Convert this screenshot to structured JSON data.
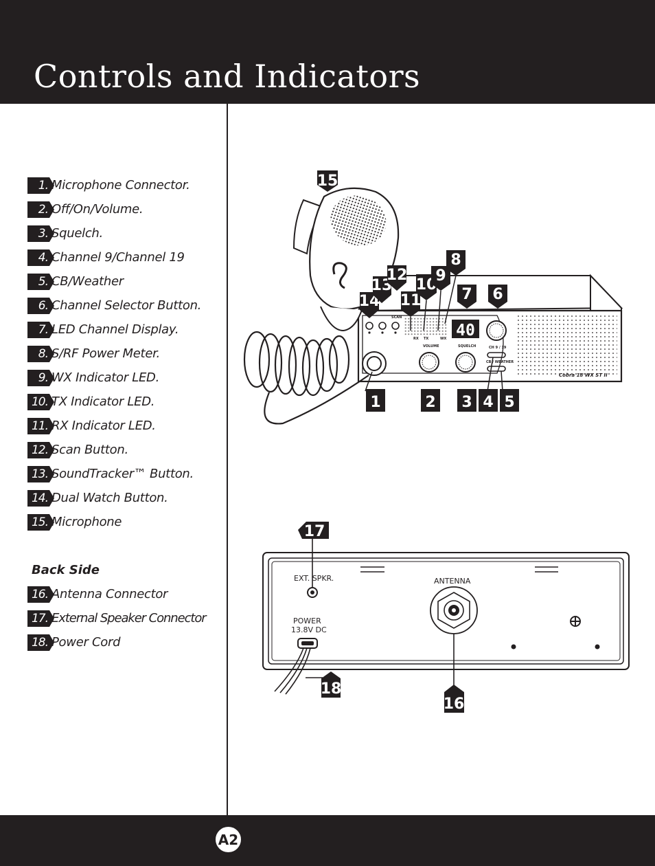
{
  "page": {
    "title": "Controls and Indicators",
    "page_number": "A2"
  },
  "controls": [
    {
      "num": "1.",
      "label": "Microphone Connector."
    },
    {
      "num": "2.",
      "label": "Off/On/Volume."
    },
    {
      "num": "3.",
      "label": "Squelch."
    },
    {
      "num": "4.",
      "label": "Channel 9/Channel 19"
    },
    {
      "num": "5.",
      "label": "CB/Weather"
    },
    {
      "num": "6.",
      "label": "Channel Selector Button."
    },
    {
      "num": "7.",
      "label": "LED Channel Display."
    },
    {
      "num": "8.",
      "label": "S/RF Power Meter."
    },
    {
      "num": "9.",
      "label": "WX Indicator LED."
    },
    {
      "num": "10.",
      "label": "TX Indicator LED."
    },
    {
      "num": "11.",
      "label": "RX Indicator LED."
    },
    {
      "num": "12.",
      "label": "Scan Button."
    },
    {
      "num": "13.",
      "label": "SoundTracker™ Button."
    },
    {
      "num": "14.",
      "label": "Dual Watch Button."
    },
    {
      "num": "15.",
      "label": "Microphone"
    }
  ],
  "back_side": {
    "heading": "Back Side",
    "items": [
      {
        "num": "16.",
        "label": "Antenna Connector"
      },
      {
        "num": "17.",
        "label": "External Speaker Connector"
      },
      {
        "num": "18.",
        "label": "Power Cord"
      }
    ]
  },
  "front_diagram": {
    "channel_display": "40",
    "labels": {
      "scan": "SCAN",
      "volume": "VOLUME",
      "squelch": "SQUELCH",
      "ch919": "CH 9 / 19",
      "cbwx": "CB / WEATHER",
      "model": "Cobra 18 WX ST II",
      "rx": "RX",
      "tx": "TX",
      "wx": "WX"
    },
    "callouts": [
      "1",
      "2",
      "3",
      "4",
      "5",
      "6",
      "7",
      "8",
      "9",
      "10",
      "11",
      "12",
      "13",
      "14",
      "15"
    ]
  },
  "back_diagram": {
    "labels": {
      "ext_spkr": "EXT. SPKR.",
      "antenna": "ANTENNA",
      "power": "POWER",
      "power_v": "13.8V DC"
    },
    "callouts": [
      "16",
      "17",
      "18"
    ]
  }
}
